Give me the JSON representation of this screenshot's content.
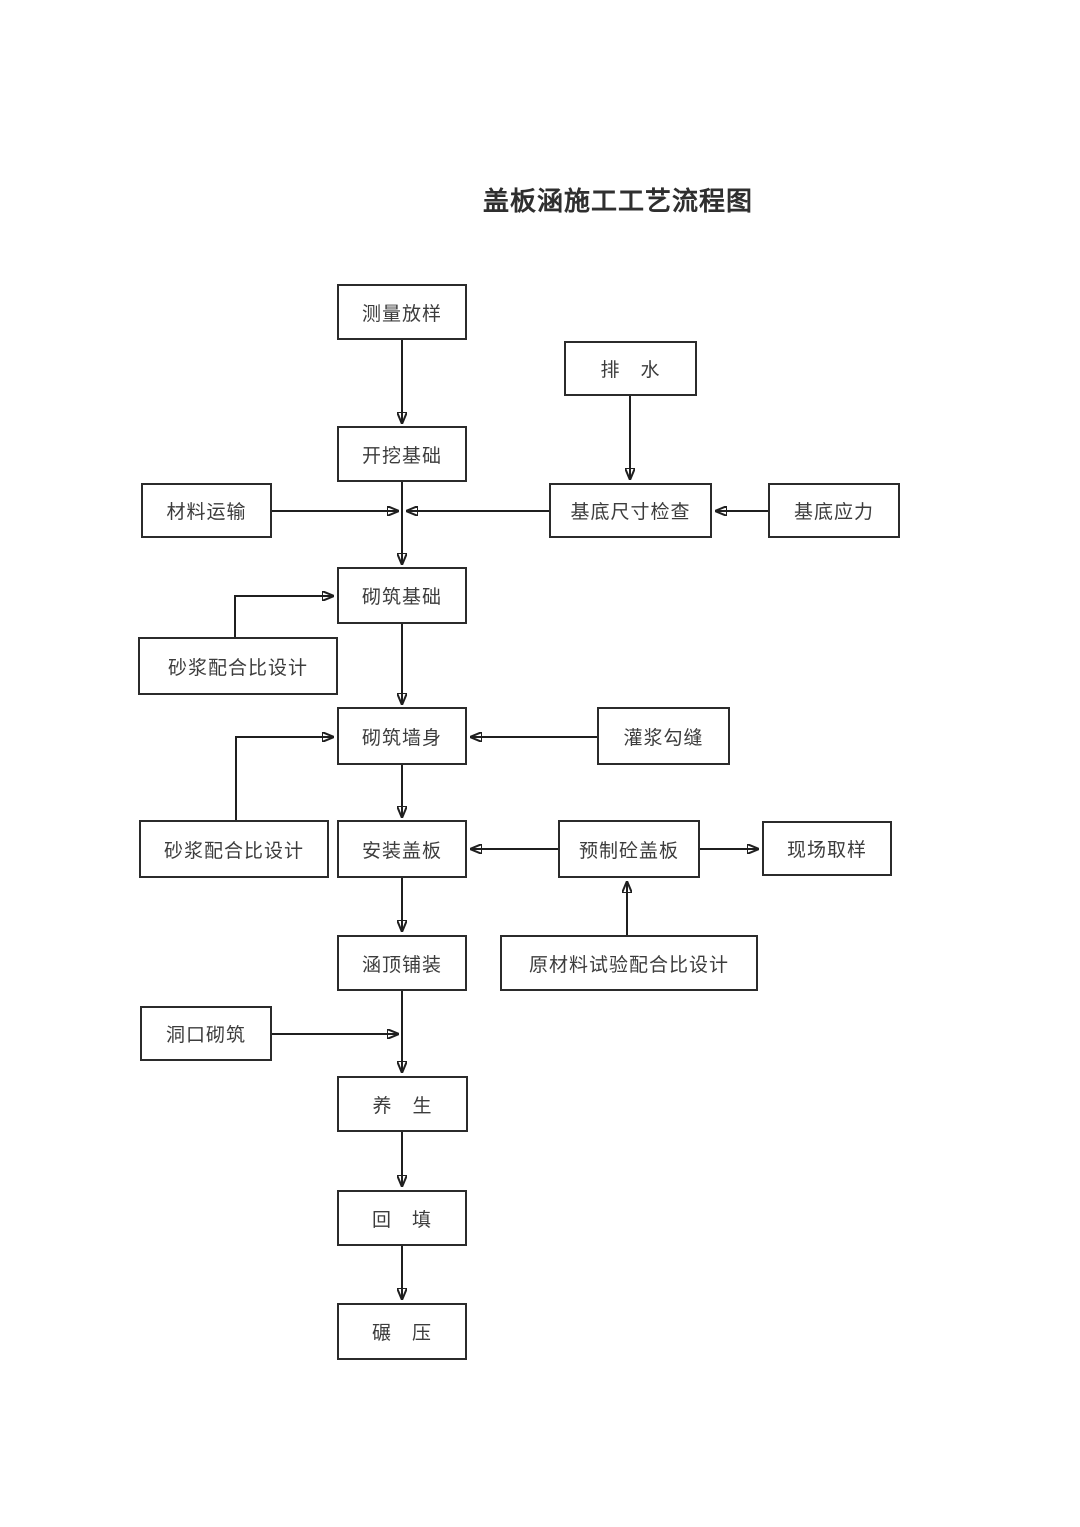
{
  "title": "盖板涵施工工艺流程图",
  "nodes": {
    "survey_layout": {
      "label": "测量放样"
    },
    "drainage": {
      "label": "排　水"
    },
    "excavate_foundation": {
      "label": "开挖基础"
    },
    "material_transport": {
      "label": "材料运输"
    },
    "base_dimension_check": {
      "label": "基底尺寸检查"
    },
    "base_stress": {
      "label": "基底应力"
    },
    "masonry_foundation": {
      "label": "砌筑基础"
    },
    "mortar_mix_design_1": {
      "label": "砂浆配合比设计"
    },
    "masonry_wall": {
      "label": "砌筑墙身"
    },
    "grouting_jointing": {
      "label": "灌浆勾缝"
    },
    "mortar_mix_design_2": {
      "label": "砂浆配合比设计"
    },
    "install_cover_plate": {
      "label": "安装盖板"
    },
    "precast_concrete_cover": {
      "label": "预制砼盖板"
    },
    "site_sampling": {
      "label": "现场取样"
    },
    "culvert_top_paving": {
      "label": "涵顶铺装"
    },
    "raw_material_test_mix": {
      "label": "原材料试验配合比设计"
    },
    "portal_masonry": {
      "label": "洞口砌筑"
    },
    "curing": {
      "label": "养　生"
    },
    "backfill": {
      "label": "回　填"
    },
    "rolling": {
      "label": "碾　压"
    }
  },
  "edges": [
    {
      "from": "survey_layout",
      "to": "excavate_foundation"
    },
    {
      "from": "drainage",
      "to": "base_dimension_check"
    },
    {
      "from": "excavate_foundation",
      "to": "masonry_foundation"
    },
    {
      "from": "material_transport",
      "to": "excavate_to_masonry_line"
    },
    {
      "from": "base_dimension_check",
      "to": "excavate_to_masonry_line"
    },
    {
      "from": "base_stress",
      "to": "base_dimension_check"
    },
    {
      "from": "mortar_mix_design_1",
      "to": "masonry_foundation"
    },
    {
      "from": "masonry_foundation",
      "to": "masonry_wall"
    },
    {
      "from": "grouting_jointing",
      "to": "masonry_wall"
    },
    {
      "from": "mortar_mix_design_2",
      "to": "masonry_wall"
    },
    {
      "from": "masonry_wall",
      "to": "install_cover_plate"
    },
    {
      "from": "precast_concrete_cover",
      "to": "install_cover_plate"
    },
    {
      "from": "precast_concrete_cover",
      "to": "site_sampling"
    },
    {
      "from": "raw_material_test_mix",
      "to": "precast_concrete_cover"
    },
    {
      "from": "install_cover_plate",
      "to": "culvert_top_paving"
    },
    {
      "from": "culvert_top_paving",
      "to": "curing"
    },
    {
      "from": "portal_masonry",
      "to": "paving_to_curing_line"
    },
    {
      "from": "curing",
      "to": "backfill"
    },
    {
      "from": "backfill",
      "to": "rolling"
    }
  ],
  "colors": {
    "background": "#ffffff",
    "box_border": "#2b2b2b",
    "line": "#1f1f1f",
    "text": "#3c3c3c"
  }
}
